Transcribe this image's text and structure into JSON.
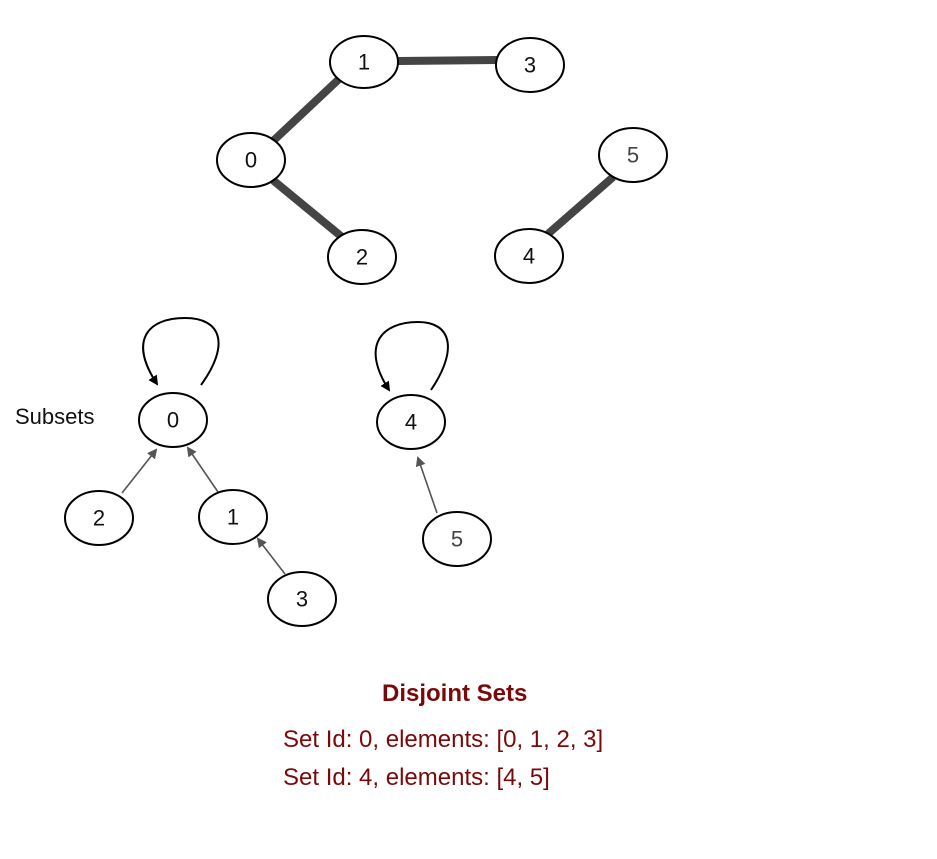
{
  "graph": {
    "nodes": [
      "0",
      "1",
      "2",
      "3",
      "4",
      "5"
    ],
    "edges": [
      [
        "0",
        "1"
      ],
      [
        "1",
        "3"
      ],
      [
        "0",
        "2"
      ],
      [
        "4",
        "5"
      ]
    ]
  },
  "subsets": {
    "label": "Subsets",
    "roots": [
      "0",
      "4"
    ],
    "nodes": [
      "0",
      "2",
      "1",
      "3",
      "4",
      "5"
    ],
    "parent_links": [
      {
        "child": "2",
        "parent": "0"
      },
      {
        "child": "1",
        "parent": "0"
      },
      {
        "child": "3",
        "parent": "1"
      },
      {
        "child": "5",
        "parent": "4"
      }
    ]
  },
  "result": {
    "title": "Disjoint Sets",
    "lines": [
      "Set Id: 0, elements: [0, 1, 2, 3]",
      "Set Id: 4, elements: [4, 5]"
    ]
  },
  "colors": {
    "result_text": "#7a0a0a",
    "edge": "#444444"
  }
}
